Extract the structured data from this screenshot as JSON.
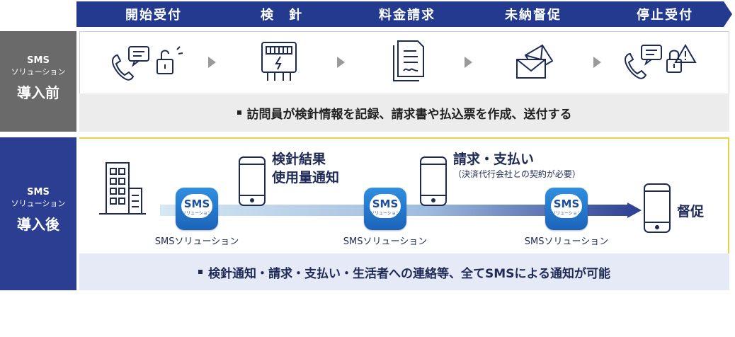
{
  "steps": [
    "開始受付",
    "検　針",
    "料金請求",
    "未納督促",
    "停止受付"
  ],
  "before": {
    "label_line1": "SMS",
    "label_line2": "ソリューション",
    "label_line3": "導入前",
    "icons": [
      "phone-chat-unlock-icon",
      "meter-icon",
      "document-signature-icon",
      "envelopes-icon",
      "phone-chat-lock-warning-icon"
    ],
    "description": "訪問員が検針情報を記録、請求書や払込票を作成、送付する"
  },
  "after": {
    "label_line1": "SMS",
    "label_line2": "ソリューション",
    "label_line3": "導入後",
    "badge_text": "SMS",
    "badge_sub": "ソリューション",
    "sms_caption": "SMSソリューション",
    "notice1_line1": "検針結果",
    "notice1_line2": "使用量通知",
    "notice2_line1": "請求・支払い",
    "notice2_note": "（決済代行会社との契約が必要）",
    "notice3": "督促",
    "description": "検針通知・請求・支払い・生活者への連絡等、全てSMSによる通知が可能"
  },
  "colors": {
    "navy": "#233a8f",
    "gray": "#6a6a6a",
    "accent": "#e8d24a",
    "light_blue": "#cfe3f3"
  }
}
